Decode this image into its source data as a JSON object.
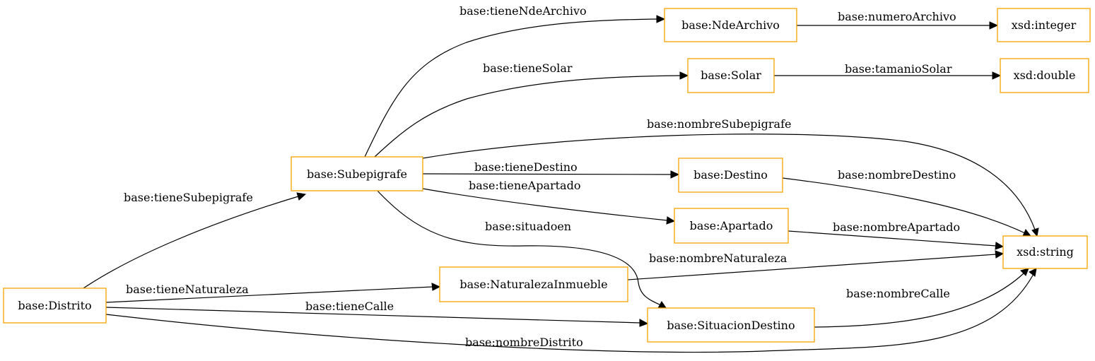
{
  "nodes": {
    "distrito": "base:Distrito",
    "subepigrafe": "base:Subepigrafe",
    "ndearchivo": "base:NdeArchivo",
    "solar": "base:Solar",
    "destino": "base:Destino",
    "apartado": "base:Apartado",
    "naturaleza": "base:NaturalezaInmueble",
    "situacion": "base:SituacionDestino",
    "integer": "xsd:integer",
    "double": "xsd:double",
    "string": "xsd:string"
  },
  "edges": {
    "tieneSubepigrafe": "base:tieneSubepigrafe",
    "tieneNaturaleza": "base:tieneNaturaleza",
    "tieneCalle": "base:tieneCalle",
    "nombreDistrito": "base:nombreDistrito",
    "tieneNdeArchivo": "base:tieneNdeArchivo",
    "tieneSolar": "base:tieneSolar",
    "nombreSubepigrafe": "base:nombreSubepigrafe",
    "tieneDestino": "base:tieneDestino",
    "tieneApartado": "base:tieneApartado",
    "situadoen": "base:situadoen",
    "numeroArchivo": "base:numeroArchivo",
    "tamanioSolar": "base:tamanioSolar",
    "nombreDestino": "base:nombreDestino",
    "nombreApartado": "base:nombreApartado",
    "nombreNaturaleza": "base:nombreNaturaleza",
    "nombreCalle": "base:nombreCalle"
  },
  "colors": {
    "node_border": "#f5a300",
    "edge": "#000000",
    "text": "#000000"
  }
}
